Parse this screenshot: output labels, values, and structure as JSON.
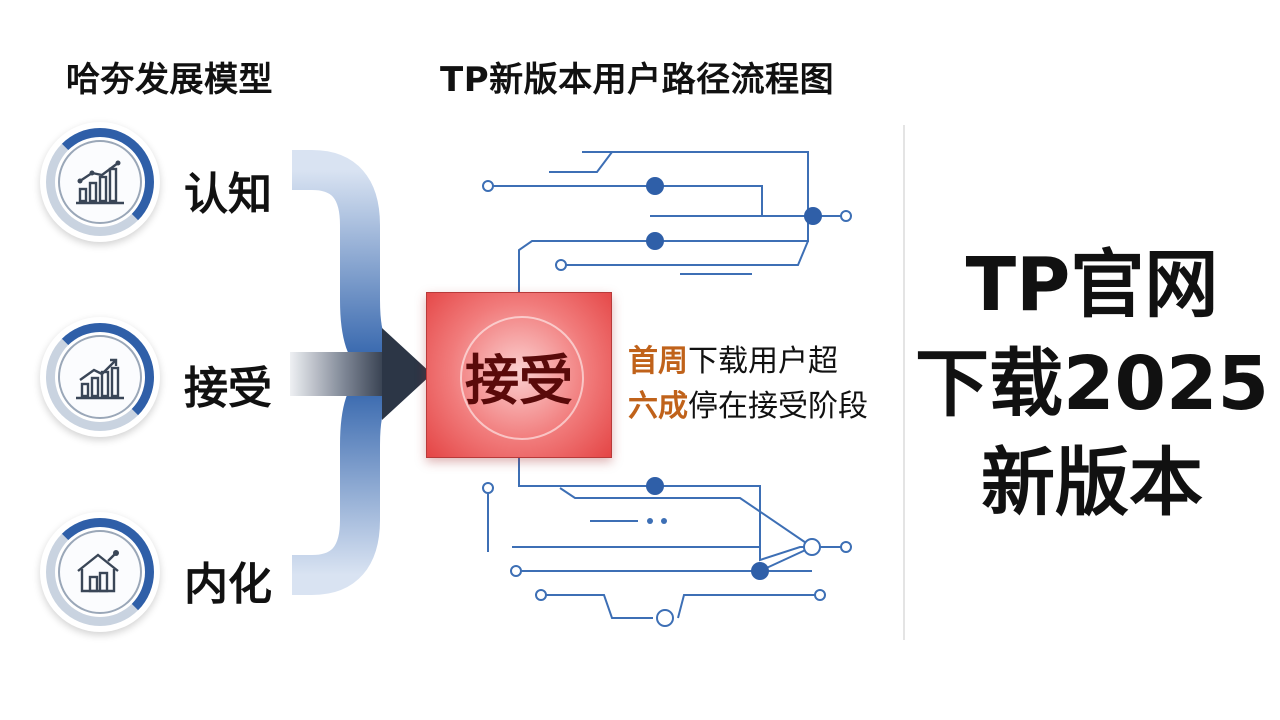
{
  "left_title": "哈夯发展模型",
  "right_title": "TP新版本用户路径流程图",
  "stages": [
    {
      "label": "认知",
      "icon": "bar-chart-trend-icon"
    },
    {
      "label": "接受",
      "icon": "growth-chart-icon"
    },
    {
      "label": "内化",
      "icon": "house-growth-icon"
    }
  ],
  "center_box": {
    "label": "接受"
  },
  "note": {
    "line1_highlight": "首周",
    "line1_rest": "下载用户超",
    "line2_highlight": "六成",
    "line2_rest": "停在接受阶段"
  },
  "side_text": {
    "line1": "TP官网",
    "line2": "下载2025",
    "line3": "新版本"
  },
  "colors": {
    "accent_blue": "#2f5fa8",
    "circuit_blue": "#3d6fb5",
    "highlight_red": "#e44545",
    "highlight_orange": "#c0621a"
  }
}
